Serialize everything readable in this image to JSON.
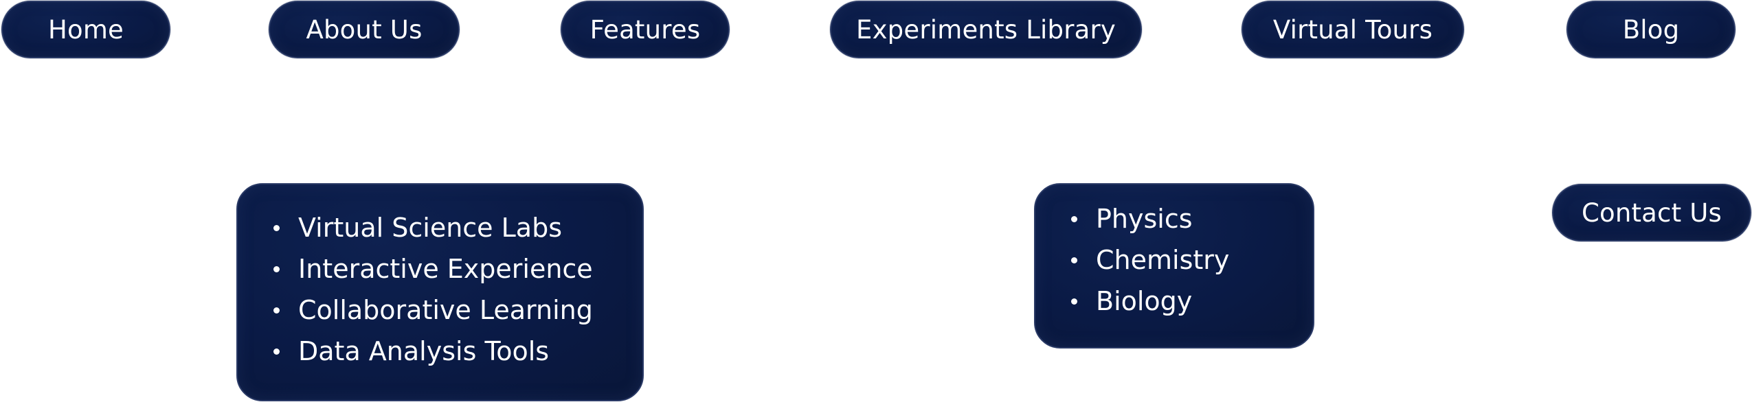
{
  "nav": {
    "items": [
      {
        "label": "Home"
      },
      {
        "label": "About Us"
      },
      {
        "label": "Features"
      },
      {
        "label": "Experiments Library"
      },
      {
        "label": "Virtual Tours"
      },
      {
        "label": "Blog"
      }
    ],
    "contact": {
      "label": "Contact Us"
    }
  },
  "features_dropdown": {
    "items": [
      {
        "label": "Virtual Science Labs"
      },
      {
        "label": "Interactive Experience"
      },
      {
        "label": "Collaborative Learning"
      },
      {
        "label": "Data Analysis Tools"
      }
    ]
  },
  "experiments_dropdown": {
    "items": [
      {
        "label": "Physics"
      },
      {
        "label": "Chemistry"
      },
      {
        "label": "Biology"
      }
    ]
  },
  "colors": {
    "pill_background": "#0a1a45",
    "pill_border": "#2a3a66",
    "text": "#ffffff",
    "page_background": "#ffffff"
  }
}
